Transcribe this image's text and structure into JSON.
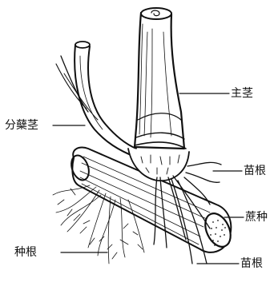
{
  "labels": {
    "main_stem": "主茎",
    "tiller_stem": "分蘖茎",
    "shoot_root_upper": "苗根",
    "seed_cane": "蔗种",
    "sett_root": "种根",
    "shoot_root_lower": "苗根"
  }
}
